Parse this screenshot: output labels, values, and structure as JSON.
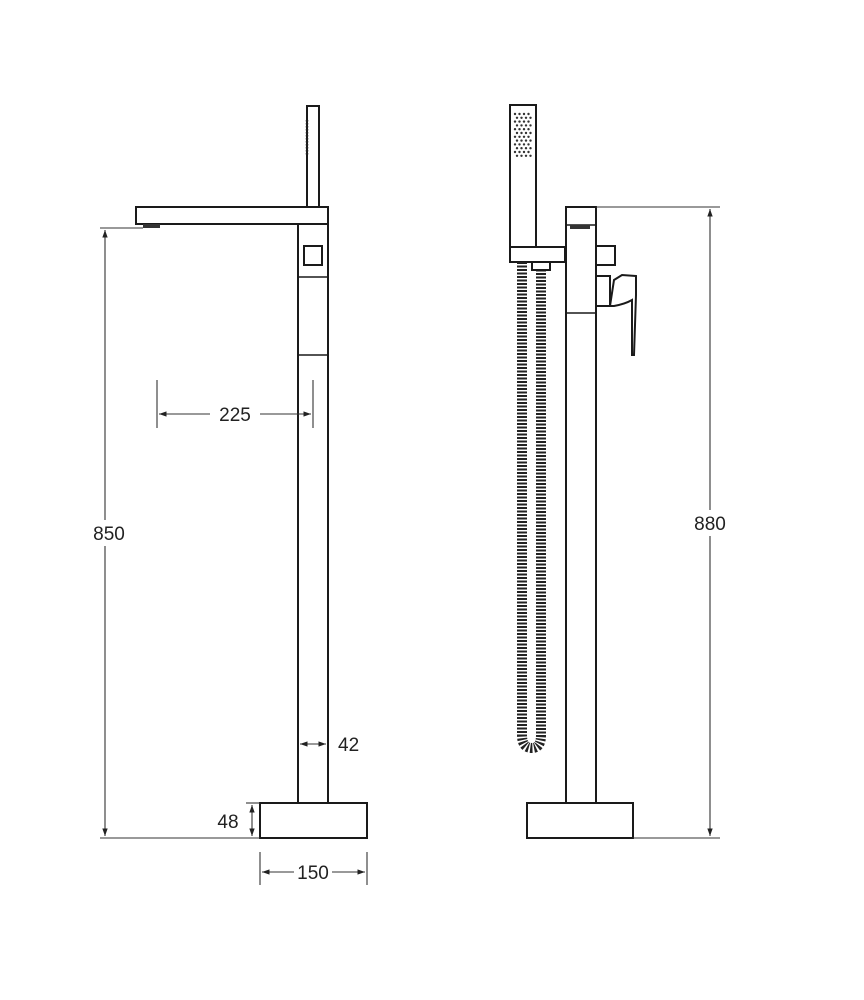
{
  "drawing": {
    "front_view": {
      "dim_height": "850",
      "dim_spout_reach": "225",
      "dim_column_width": "42",
      "dim_base_height": "48",
      "dim_base_width": "150"
    },
    "side_view": {
      "dim_height": "880"
    },
    "colors": {
      "line": "#1a1a1a",
      "background": "#ffffff"
    }
  }
}
